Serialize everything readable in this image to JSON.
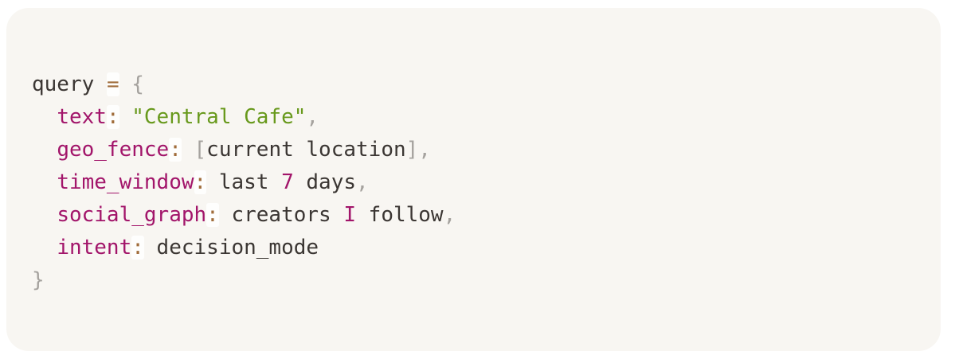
{
  "palette": {
    "page-bg": "#ffffff",
    "card-bg": "#f8f6f2",
    "plain": "#3b3633",
    "key": "#a2156a",
    "num": "#a2156a",
    "op": "#a06c3a",
    "punc": "#a5a29e",
    "str": "#68991c"
  },
  "code": {
    "language": "pseudo-code",
    "lines": [
      {
        "tokens": [
          {
            "t": "query",
            "c": "plain"
          },
          {
            "t": " ",
            "c": "plain"
          },
          {
            "t": "=",
            "c": "op"
          },
          {
            "t": " ",
            "c": "plain"
          },
          {
            "t": "{",
            "c": "punc"
          }
        ]
      },
      {
        "tokens": [
          {
            "t": "  ",
            "c": "plain"
          },
          {
            "t": "text",
            "c": "key"
          },
          {
            "t": ":",
            "c": "op"
          },
          {
            "t": " ",
            "c": "plain"
          },
          {
            "t": "\"Central Cafe\"",
            "c": "str"
          },
          {
            "t": ",",
            "c": "punc"
          }
        ]
      },
      {
        "tokens": [
          {
            "t": "  ",
            "c": "plain"
          },
          {
            "t": "geo_fence",
            "c": "key"
          },
          {
            "t": ":",
            "c": "op"
          },
          {
            "t": " ",
            "c": "plain"
          },
          {
            "t": "[",
            "c": "punc"
          },
          {
            "t": "current location",
            "c": "plain"
          },
          {
            "t": "]",
            "c": "punc"
          },
          {
            "t": ",",
            "c": "punc"
          }
        ]
      },
      {
        "tokens": [
          {
            "t": "  ",
            "c": "plain"
          },
          {
            "t": "time_window",
            "c": "key"
          },
          {
            "t": ":",
            "c": "op"
          },
          {
            "t": " ",
            "c": "plain"
          },
          {
            "t": "last ",
            "c": "plain"
          },
          {
            "t": "7",
            "c": "num"
          },
          {
            "t": " days",
            "c": "plain"
          },
          {
            "t": ",",
            "c": "punc"
          }
        ]
      },
      {
        "tokens": [
          {
            "t": "  ",
            "c": "plain"
          },
          {
            "t": "social_graph",
            "c": "key"
          },
          {
            "t": ":",
            "c": "op"
          },
          {
            "t": " ",
            "c": "plain"
          },
          {
            "t": "creators ",
            "c": "plain"
          },
          {
            "t": "I",
            "c": "num"
          },
          {
            "t": " follow",
            "c": "plain"
          },
          {
            "t": ",",
            "c": "punc"
          }
        ]
      },
      {
        "tokens": [
          {
            "t": "  ",
            "c": "plain"
          },
          {
            "t": "intent",
            "c": "key"
          },
          {
            "t": ":",
            "c": "op"
          },
          {
            "t": " ",
            "c": "plain"
          },
          {
            "t": "decision_mode",
            "c": "plain"
          }
        ]
      },
      {
        "tokens": [
          {
            "t": "}",
            "c": "punc"
          }
        ]
      }
    ]
  }
}
